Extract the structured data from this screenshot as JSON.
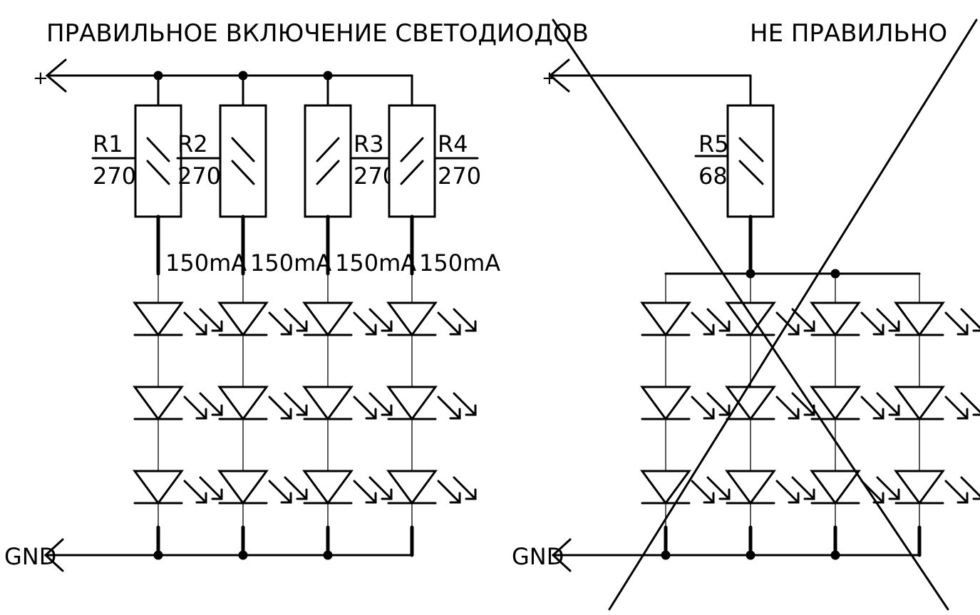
{
  "left": {
    "title": "ПРАВИЛЬНОЕ ВКЛЮЧЕНИЕ СВЕТОДИОДОВ",
    "plus_label": "+",
    "gnd_label": "GND",
    "branches": [
      {
        "ref": "R1",
        "value": "270",
        "current": "150mA"
      },
      {
        "ref": "R2",
        "value": "270",
        "current": "150mA"
      },
      {
        "ref": "R3",
        "value": "270",
        "current": "150mA"
      },
      {
        "ref": "R4",
        "value": "270",
        "current": "150mA"
      }
    ],
    "leds_per_branch": 3
  },
  "right": {
    "title": "НЕ ПРАВИЛЬНО",
    "plus_label": "+",
    "gnd_label": "GND",
    "resistor": {
      "ref": "R5",
      "value": "68"
    },
    "columns": 4,
    "leds_per_column": 3,
    "crossed_out": true
  }
}
